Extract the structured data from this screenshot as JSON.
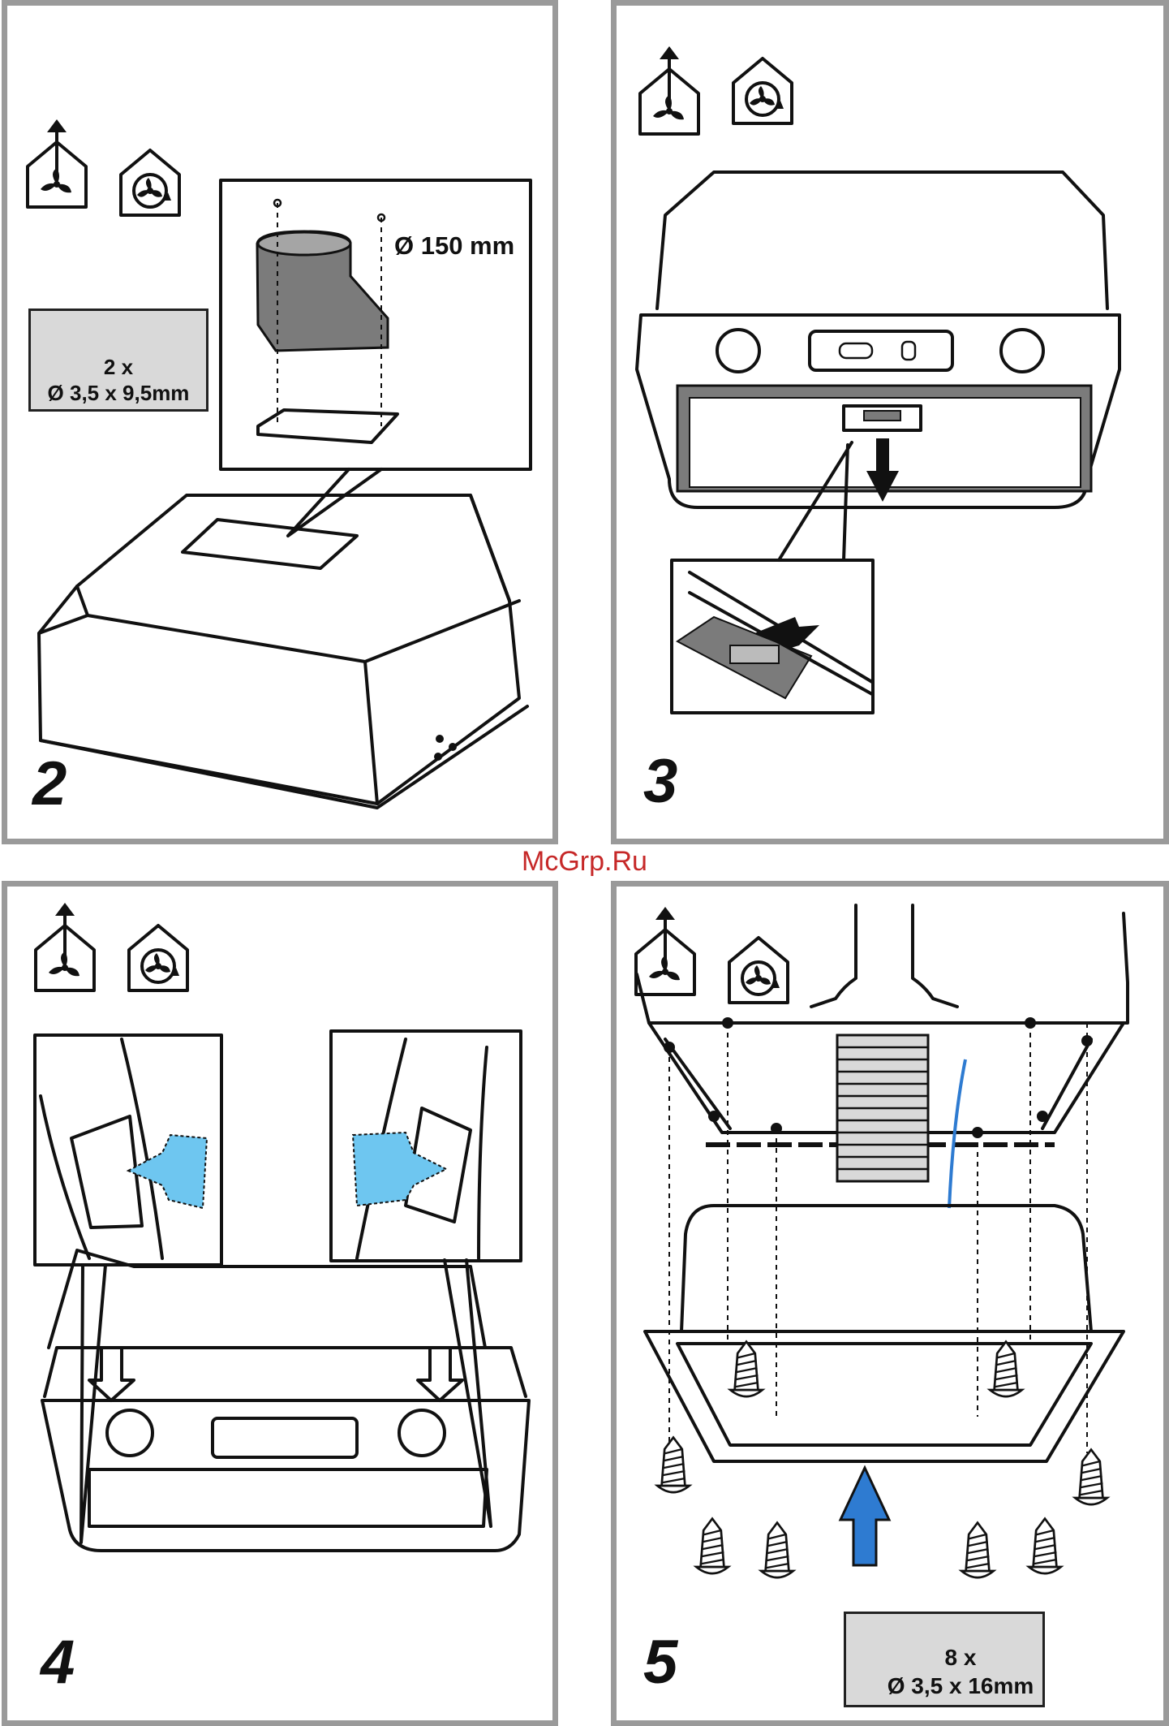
{
  "watermark": "McGrp.Ru",
  "steps": [
    {
      "number": "2",
      "screw_count": "2 x",
      "screw_size": "Ø 3,5 x 9,5mm",
      "diameter": "Ø 150 mm"
    },
    {
      "number": "3"
    },
    {
      "number": "4"
    },
    {
      "number": "5",
      "screw_count": "8 x",
      "screw_size": "Ø 3,5 x 16mm"
    }
  ],
  "icons": [
    "exhaust-mode-icon",
    "recirculation-mode-icon",
    "screw-icon",
    "arrow-icon"
  ],
  "colors": {
    "panel_border": "#9a9a9a",
    "arrow_blue": "#2e7bd1",
    "light_blue": "#6ec6f0",
    "spec_box": "#d9d9d9",
    "watermark": "#c62828"
  }
}
